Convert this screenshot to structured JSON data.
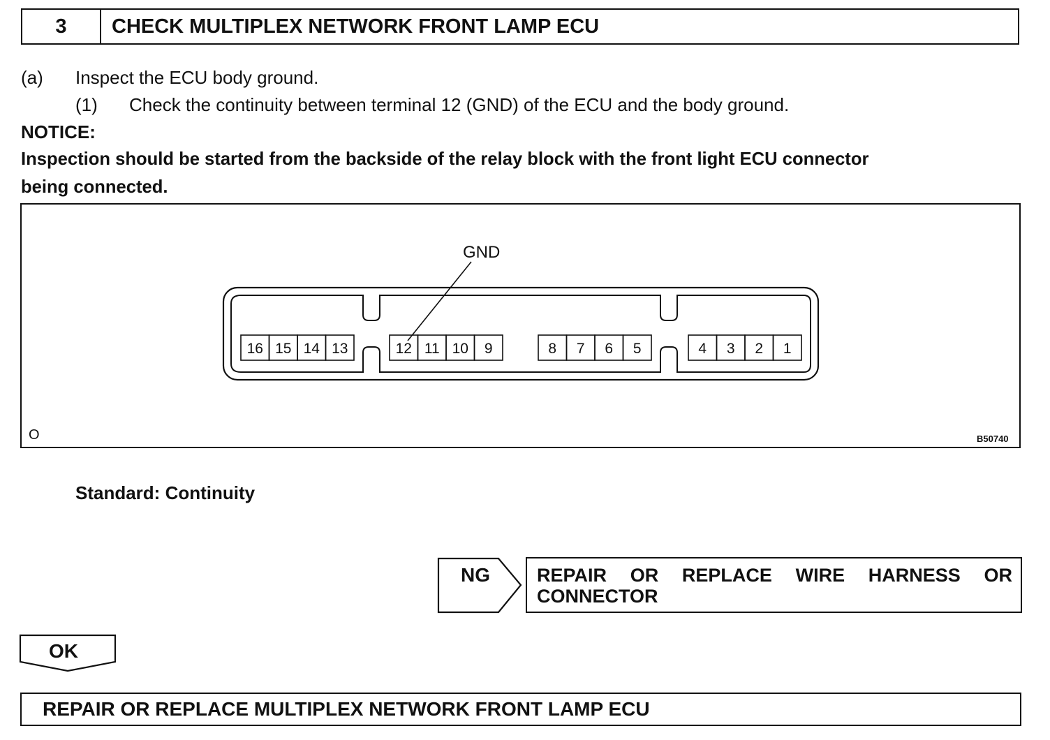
{
  "step": {
    "number": "3",
    "title": "CHECK MULTIPLEX NETWORK FRONT LAMP ECU"
  },
  "instructions": {
    "a_marker": "(a)",
    "a_text": "Inspect the ECU body ground.",
    "sub_marker": "(1)",
    "sub_text": "Check the continuity between terminal 12 (GND) of the ECU and the body ground."
  },
  "notice": {
    "heading": "NOTICE:",
    "line1": "Inspection should be started from the backside of the relay block with the front light ECU connector",
    "line2": "being connected."
  },
  "figure": {
    "callout_label": "GND",
    "terminals": [
      "16",
      "15",
      "14",
      "13",
      "12",
      "11",
      "10",
      "9",
      "8",
      "7",
      "6",
      "5",
      "4",
      "3",
      "2",
      "1"
    ],
    "corner_mark": "O",
    "figure_id": "B50740"
  },
  "standard": "Standard: Continuity",
  "ng_branch": {
    "label": "NG",
    "action_line1": "REPAIR OR REPLACE WIRE HARNESS OR",
    "action_line2": "CONNECTOR"
  },
  "ok_branch": {
    "label": "OK",
    "action": "REPAIR OR REPLACE MULTIPLEX NETWORK FRONT LAMP ECU"
  }
}
